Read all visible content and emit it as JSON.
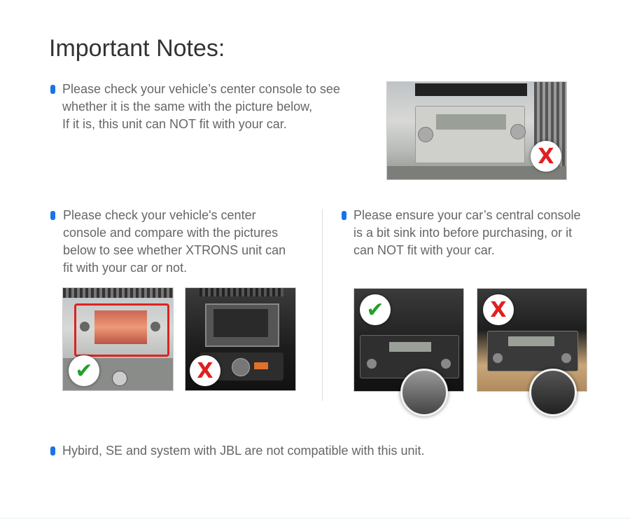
{
  "page": {
    "title": "Important Notes:",
    "accent_color": "#1a73e8",
    "notes": {
      "top": [
        "Please check your vehicle’s center console to see",
        "whether it is the same with the picture below,",
        "If it is, this unit can NOT fit with your car."
      ],
      "middle_left": [
        "Please check your vehicle's center",
        "console and compare with the pictures",
        "below to see whether XTRONS unit can",
        "fit with your car or not."
      ],
      "middle_right": [
        "Please ensure your car’s central console",
        "is a bit sink into before purchasing, or it",
        "can NOT fit with your car."
      ],
      "bottom": [
        "Hybird, SE and system with JBL are not compatible with this unit."
      ]
    },
    "badges": {
      "check": "✔",
      "cross": "X"
    }
  }
}
